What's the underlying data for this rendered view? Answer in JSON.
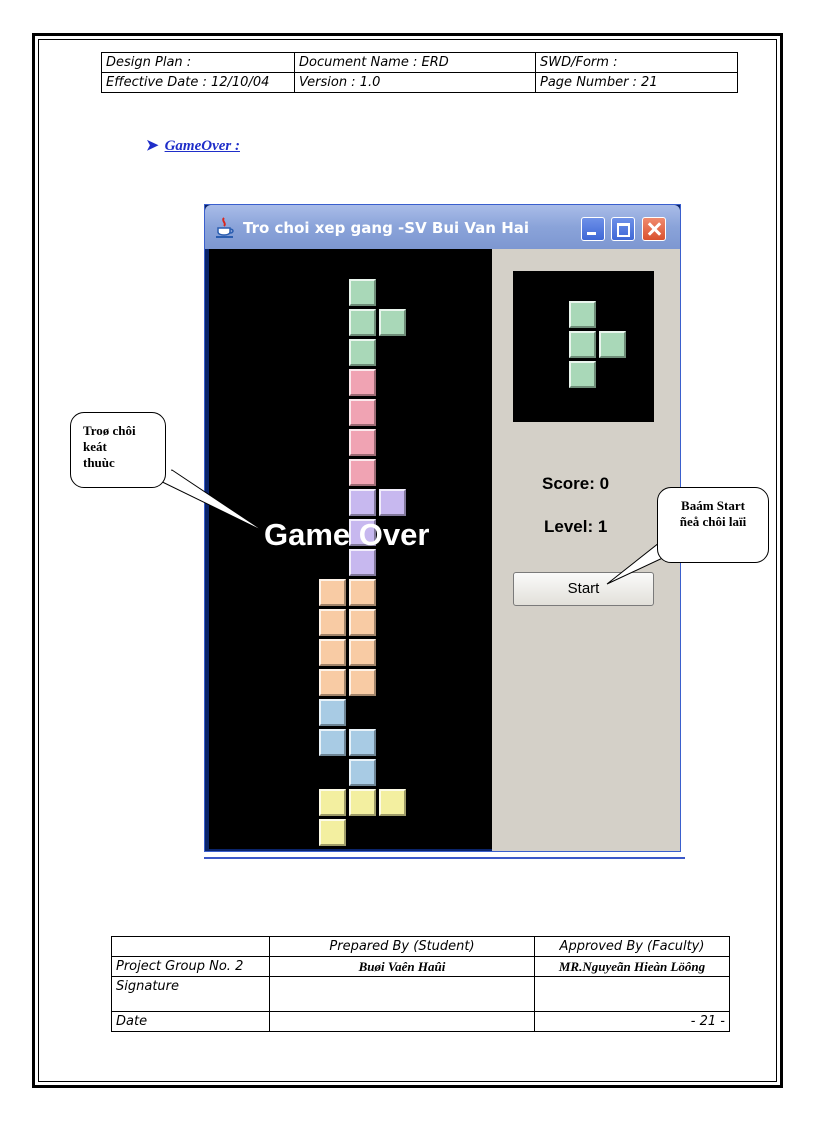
{
  "header": {
    "design_plan": "Design Plan :",
    "document_name": "Document Name : ERD",
    "swd_form": "SWD/Form :",
    "effective_date": "Effective Date : 12/10/04",
    "version": "Version : 1.0",
    "page_number": "Page Number : 21"
  },
  "section": {
    "title": "GameOver :"
  },
  "window": {
    "title": "Tro choi xep gang -SV Bui Van Hai",
    "game_over_text": "Game Over",
    "score_text": "Score: 0",
    "level_text": "Level: 1",
    "start_label": "Start",
    "colors": {
      "green": "#a9d8b8",
      "pink": "#f0a3b3",
      "purple": "#c7b8ef",
      "peach": "#f8cba4",
      "blue": "#a8cbe4",
      "yellow": "#f3efa0"
    }
  },
  "callouts": {
    "game_end": [
      "Troø chôi",
      "keát",
      "thuùc"
    ],
    "restart": [
      "Baám Start",
      "ñeå chôi laïi"
    ]
  },
  "footer": {
    "prepared_by": "Prepared By (Student)",
    "approved_by": "Approved By (Faculty)",
    "project_group": "Project Group No. 2",
    "student_name": "Buøi Vaên Haûi",
    "faculty_name": "MR.Nguyeãn Hieàn Löông",
    "signature": "Signature",
    "date": "Date",
    "page": "- 21 -"
  }
}
